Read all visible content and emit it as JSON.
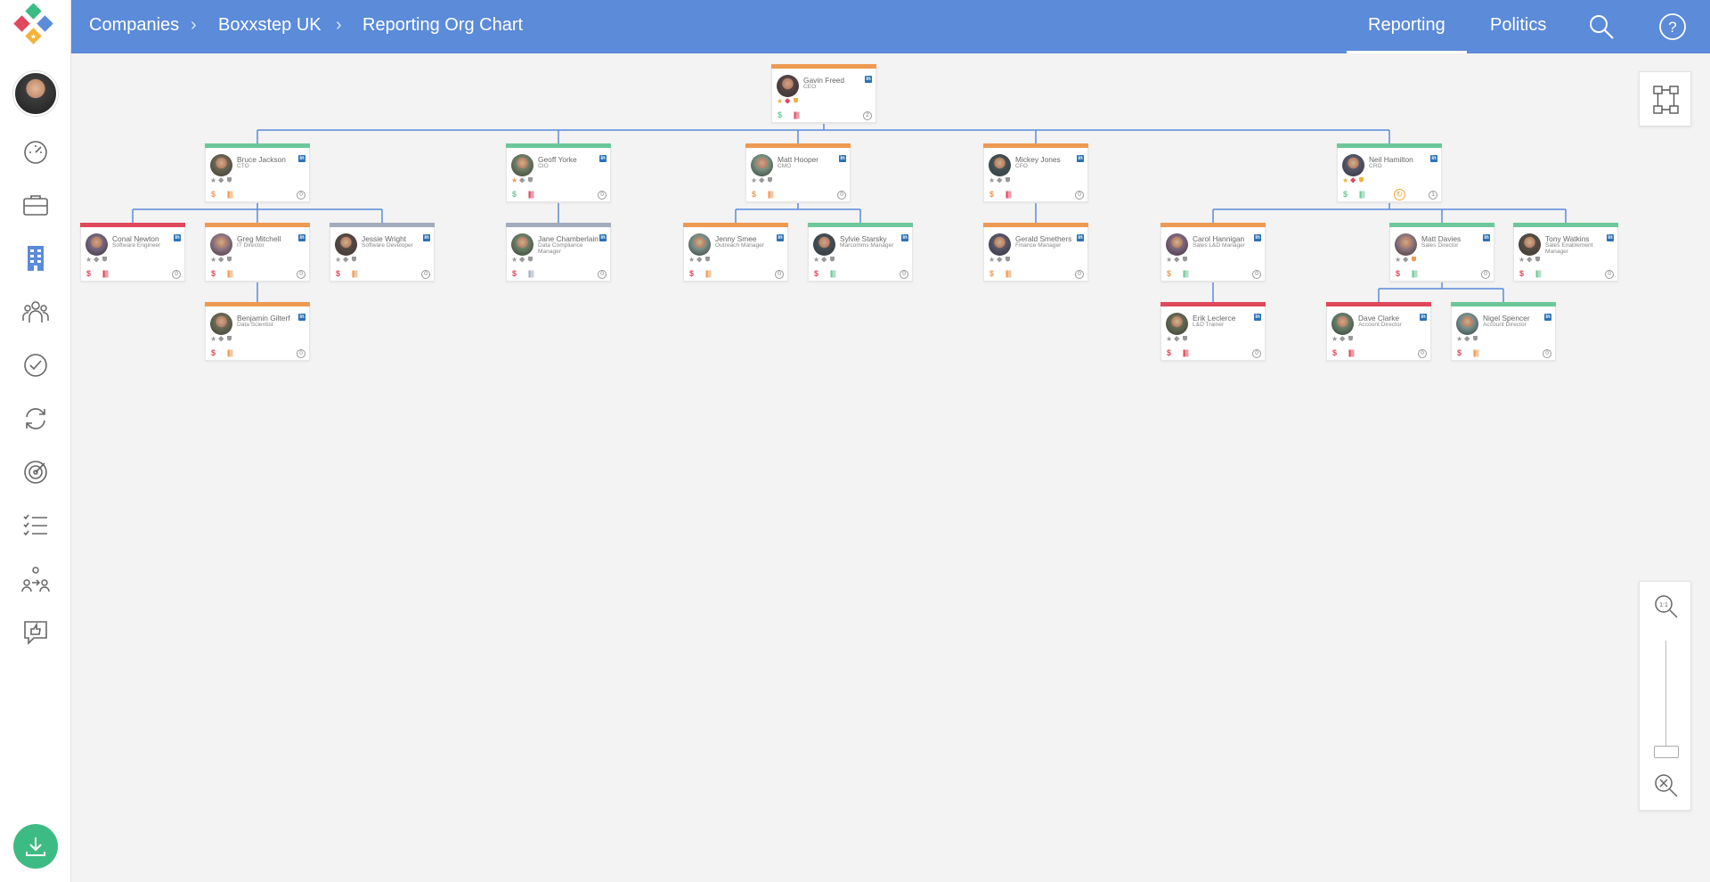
{
  "breadcrumbs": [
    "Companies",
    "Boxxstep UK",
    "Reporting Org Chart"
  ],
  "tabs": [
    "Reporting",
    "Politics"
  ],
  "active_tab": "Reporting",
  "colors": {
    "header": "#5b8bd9",
    "green": "#6cc89a",
    "orange": "#ee9a52",
    "red": "#e0485c",
    "grey": "#a3acbd",
    "connector": "#5b8bd9",
    "download": "#3dbb84"
  },
  "sidebar_icons": [
    "dashboard-icon",
    "briefcase-icon",
    "building-icon",
    "people-icon",
    "check-circle-icon",
    "refresh-icon",
    "target-icon",
    "checklist-icon",
    "org-exchange-icon",
    "feedback-icon"
  ],
  "org": [
    {
      "id": "gavin",
      "name": "Gavin Freed",
      "role": "CEO",
      "bar": "orange",
      "count": "2",
      "icons": "star-diamond-shield",
      "book": "red",
      "dollar": "green"
    },
    {
      "id": "bruce",
      "name": "Bruce Jackson",
      "role": "CTO",
      "bar": "green",
      "count": "0",
      "parent": "gavin",
      "book": "orange",
      "dollar": "orange"
    },
    {
      "id": "geoff",
      "name": "Geoff Yorke",
      "role": "CIO",
      "bar": "green",
      "count": "0",
      "parent": "gavin",
      "book": "red",
      "dollar": "green",
      "star": "orange"
    },
    {
      "id": "matt_h",
      "name": "Matt Hooper",
      "role": "CMO",
      "bar": "orange",
      "count": "0",
      "parent": "gavin",
      "book": "orange",
      "dollar": "orange"
    },
    {
      "id": "mickey",
      "name": "Mickey Jones",
      "role": "CFO",
      "bar": "orange",
      "count": "0",
      "parent": "gavin",
      "book": "red",
      "dollar": "orange"
    },
    {
      "id": "neil",
      "name": "Neil Hamilton",
      "role": "CRO",
      "bar": "green",
      "count": "1",
      "parent": "gavin",
      "book": "green",
      "dollar": "green",
      "sync": true,
      "icons": "star-diamond-shield"
    },
    {
      "id": "conal",
      "name": "Conal Newton",
      "role": "Software Engineer",
      "bar": "red",
      "count": "0",
      "parent": "bruce",
      "book": "red",
      "dollar": "red"
    },
    {
      "id": "greg",
      "name": "Greg Mitchell",
      "role": "IT Director",
      "bar": "orange",
      "count": "0",
      "parent": "bruce",
      "book": "orange",
      "dollar": "red"
    },
    {
      "id": "jessie",
      "name": "Jessie Wright",
      "role": "Software Developer",
      "bar": "grey",
      "count": "0",
      "parent": "bruce",
      "book": "orange",
      "dollar": "red"
    },
    {
      "id": "benjamin",
      "name": "Benjamin Gilterf",
      "role": "Data Scientist",
      "bar": "orange",
      "count": "0",
      "parent": "greg",
      "book": "orange",
      "dollar": "red"
    },
    {
      "id": "jane",
      "name": "Jane Chamberlain",
      "role": "Data Compliance Manager",
      "bar": "grey",
      "count": "0",
      "parent": "geoff",
      "book": "grey",
      "dollar": "red"
    },
    {
      "id": "jenny",
      "name": "Jenny Smee",
      "role": "Outreach Manager",
      "bar": "orange",
      "count": "0",
      "parent": "matt_h",
      "book": "orange",
      "dollar": "red"
    },
    {
      "id": "sylvie",
      "name": "Sylvie Starsky",
      "role": "Marcomms Manager",
      "bar": "green",
      "count": "0",
      "parent": "matt_h",
      "book": "green",
      "dollar": "red"
    },
    {
      "id": "gerald",
      "name": "Gerald Smethers",
      "role": "Finance Manager",
      "bar": "orange",
      "count": "0",
      "parent": "mickey",
      "book": "orange",
      "dollar": "orange"
    },
    {
      "id": "carol",
      "name": "Carol Hannigan",
      "role": "Sales L&D Manager",
      "bar": "orange",
      "count": "0",
      "parent": "neil",
      "book": "green",
      "dollar": "orange"
    },
    {
      "id": "matt_d",
      "name": "Matt Davies",
      "role": "Sales Director",
      "bar": "green",
      "count": "0",
      "parent": "neil",
      "book": "green",
      "dollar": "red",
      "shield": "orange"
    },
    {
      "id": "tony",
      "name": "Tony Watkins",
      "role": "Sales Enablement Manager",
      "bar": "green",
      "count": "0",
      "parent": "neil",
      "book": "green",
      "dollar": "red"
    },
    {
      "id": "erik",
      "name": "Erik Leclerce",
      "role": "L&D Trainer",
      "bar": "red",
      "count": "0",
      "parent": "carol",
      "book": "red",
      "dollar": "red"
    },
    {
      "id": "dave",
      "name": "Dave Clarke",
      "role": "Account Director",
      "bar": "red",
      "count": "0",
      "parent": "matt_d",
      "book": "red",
      "dollar": "red"
    },
    {
      "id": "nigel",
      "name": "Nigel Spencer",
      "role": "Account Director",
      "bar": "green",
      "count": "0",
      "parent": "matt_d",
      "book": "orange",
      "dollar": "red"
    }
  ],
  "linkedin_label": "in",
  "zoom_label": "1:1"
}
